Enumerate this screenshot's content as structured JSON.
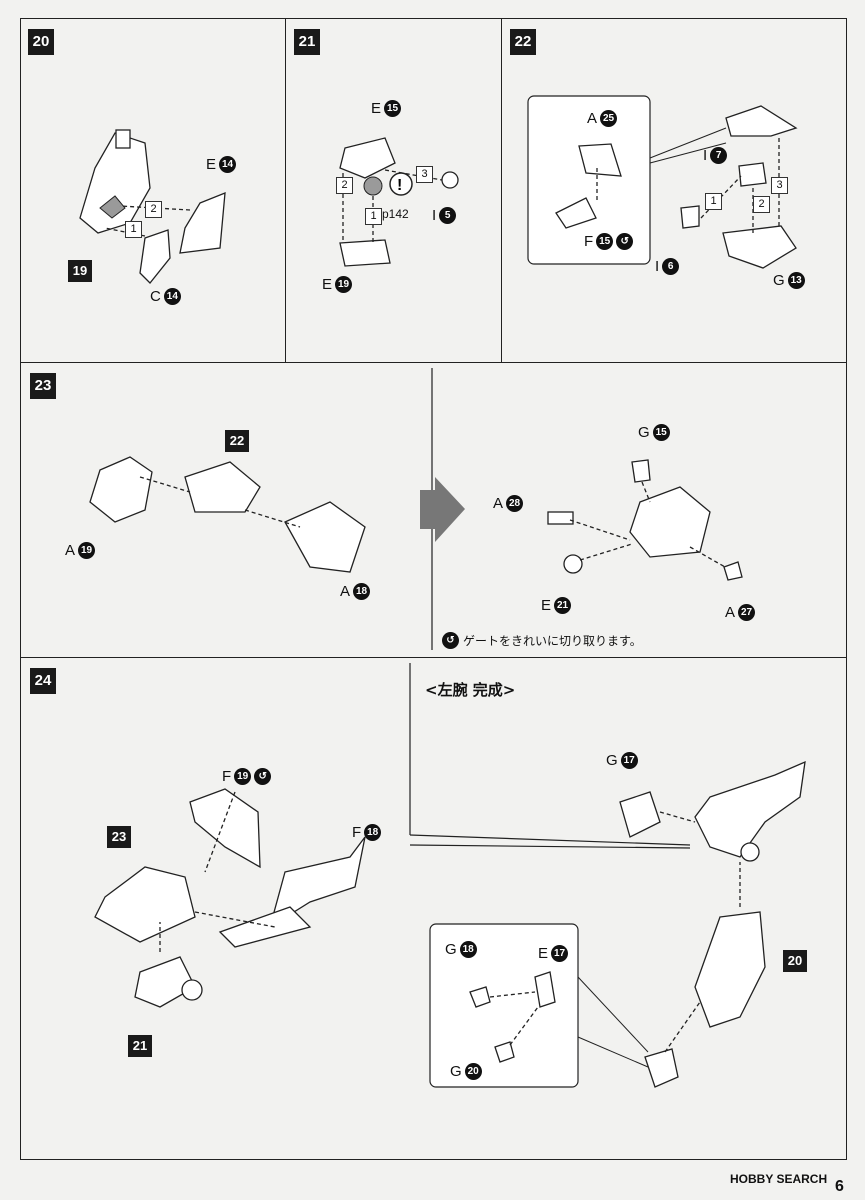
{
  "steps": {
    "s20": {
      "number": "20",
      "labels": [
        {
          "letter": "E",
          "num": "14"
        },
        {
          "letter": "C",
          "num": "14"
        }
      ],
      "ref": "19",
      "order": [
        "1",
        "2"
      ]
    },
    "s21": {
      "number": "21",
      "labels": [
        {
          "letter": "E",
          "num": "15"
        },
        {
          "letter": "I",
          "num": "5"
        },
        {
          "letter": "E",
          "num": "19"
        }
      ],
      "order": [
        "1",
        "2",
        "3"
      ],
      "page_ref": "p142",
      "warn_icon": "exclamation-icon"
    },
    "s22": {
      "number": "22",
      "labels": [
        {
          "letter": "A",
          "num": "25"
        },
        {
          "letter": "F",
          "num": "15"
        },
        {
          "letter": "I",
          "num": "7"
        },
        {
          "letter": "I",
          "num": "6"
        },
        {
          "letter": "G",
          "num": "13"
        }
      ],
      "order": [
        "1",
        "2",
        "3"
      ]
    },
    "s23": {
      "number": "23",
      "labels": [
        {
          "letter": "A",
          "num": "19"
        },
        {
          "letter": "A",
          "num": "18"
        },
        {
          "letter": "G",
          "num": "15"
        },
        {
          "letter": "A",
          "num": "28"
        },
        {
          "letter": "E",
          "num": "21"
        },
        {
          "letter": "A",
          "num": "27"
        }
      ],
      "ref": "22",
      "note": "ゲートをきれいに切り取ります。"
    },
    "s24": {
      "number": "24",
      "labels": [
        {
          "letter": "F",
          "num": "19"
        },
        {
          "letter": "F",
          "num": "18"
        }
      ],
      "refs": [
        "23",
        "21"
      ]
    },
    "complete": {
      "title": "<左腕 完成>",
      "labels": [
        {
          "letter": "G",
          "num": "17"
        },
        {
          "letter": "G",
          "num": "18"
        },
        {
          "letter": "E",
          "num": "17"
        },
        {
          "letter": "G",
          "num": "20"
        }
      ],
      "ref": "20"
    }
  },
  "footer": {
    "page": "6",
    "watermark": "HOBBY SEARCH"
  }
}
